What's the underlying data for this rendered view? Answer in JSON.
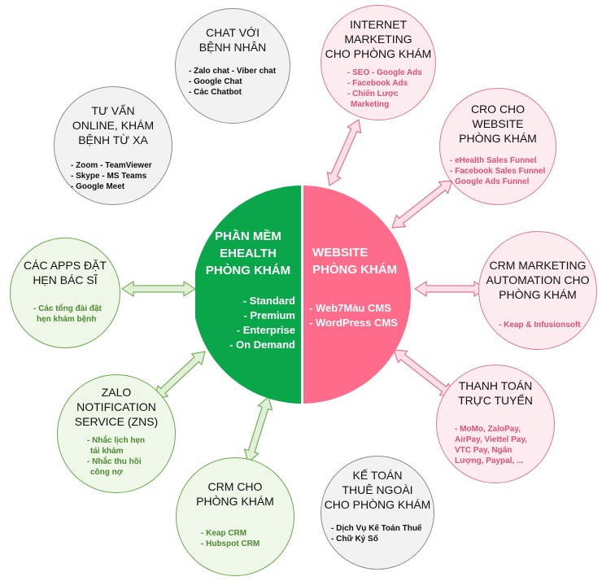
{
  "center": {
    "left_title": [
      "PHẦN MỀM",
      "EHEALTH",
      "PHÒNG KHÁM"
    ],
    "left_items": [
      "- Standard",
      "- Premium",
      "- Enterprise",
      "- On Demand"
    ],
    "right_title": [
      "WEBSITE",
      "PHÒNG KHÁM"
    ],
    "right_items": [
      "- Web7Màu CMS",
      "- WordPress CMS"
    ],
    "colors": {
      "left": "#0aa64a",
      "right": "#ff6b8a"
    }
  },
  "nodes": {
    "chat": {
      "title": [
        "CHAT VỚI",
        "BỆNH NHÂN"
      ],
      "items": [
        "- Zalo chat  - Viber chat",
        "- Google Chat",
        "- Các Chatbot"
      ]
    },
    "tuvan": {
      "title": [
        "TƯ VẤN",
        "ONLINE, KHÁM",
        "BỆNH TỪ XA"
      ],
      "items": [
        "- Zoom  - TeamViewer",
        "- Skype  - MS Teams",
        "- Google Meet"
      ]
    },
    "apps": {
      "title": [
        "CÁC APPS ĐẶT",
        "HẸN BÁC SĨ"
      ],
      "items": [
        "- Các tổng đài đặt",
        "hẹn khám bệnh"
      ]
    },
    "zalo": {
      "title": [
        "ZALO",
        "NOTIFICATION",
        "SERVICE (ZNS)"
      ],
      "items": [
        "- Nhắc lịch hẹn",
        "tái khám",
        "- Nhắc thu hồi",
        "công nợ"
      ]
    },
    "crm": {
      "title": [
        "CRM CHO",
        "PHÒNG KHÁM"
      ],
      "items": [
        "- Keap CRM",
        "- Hubspot CRM"
      ]
    },
    "ketoan": {
      "title": [
        "KẾ TOÁN",
        "THUÊ NGOÀI",
        "CHO PHÒNG KHÁM"
      ],
      "items": [
        "- Dịch Vụ Kế Toán Thuế",
        "- Chữ Ký Số"
      ]
    },
    "internet": {
      "title": [
        "INTERNET",
        "MARKETING",
        "CHO PHÒNG KHÁM"
      ],
      "items": [
        "- SEO  - Google Ads",
        "- Facebook Ads",
        "- Chiến Lược",
        "Marketing"
      ]
    },
    "cro": {
      "title": [
        "CRO CHO",
        "WEBSITE",
        "PHÒNG KHÁM"
      ],
      "items": [
        "- eHealth Sales Funnel",
        "- Facebook Sales Funnel",
        "- Google Ads Funnel"
      ]
    },
    "crmauto": {
      "title": [
        "CRM MARKETING",
        "AUTOMATION CHO",
        "PHÒNG KHÁM"
      ],
      "items": [
        "- Keap & Infusionsoft"
      ]
    },
    "thanhtoan": {
      "title": [
        "THANH TOÁN",
        "TRỰC TUYẾN"
      ],
      "items": [
        "- MoMo,  ZaloPay,",
        "AirPay, Viettel Pay,",
        "VTC Pay, Ngân",
        "Lượng, Paypal,  ..."
      ]
    }
  },
  "colors": {
    "arrow_green_fill": "#e2f0d9",
    "arrow_green_stroke": "#7ab55c",
    "arrow_pink_fill": "#fbe0e6",
    "arrow_pink_stroke": "#e07a94"
  }
}
